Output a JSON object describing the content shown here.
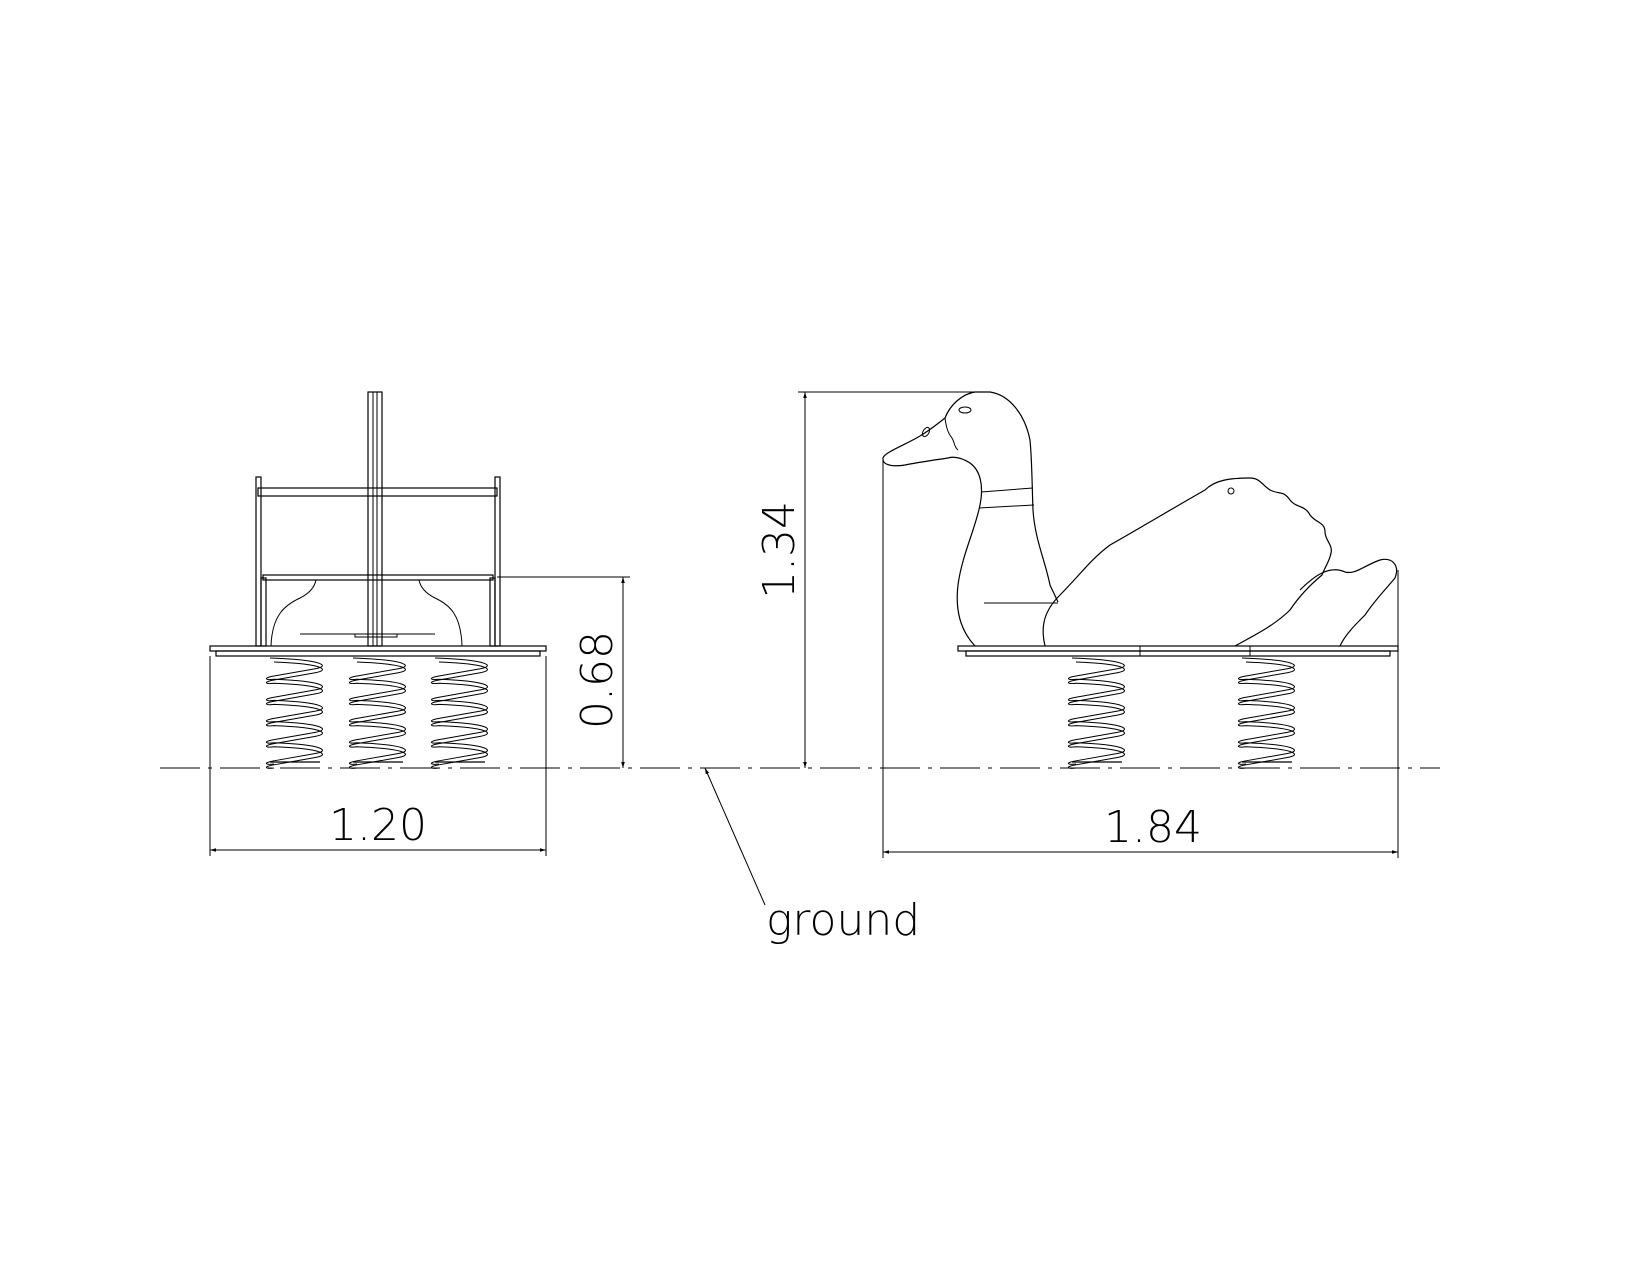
{
  "drawing": {
    "dimensions": {
      "front_width": "1.20",
      "seat_height": "0.68",
      "total_height": "1.34",
      "side_length": "1.84"
    },
    "labels": {
      "ground": "ground"
    },
    "colors": {
      "line": "#000000",
      "background": "#ffffff"
    }
  }
}
